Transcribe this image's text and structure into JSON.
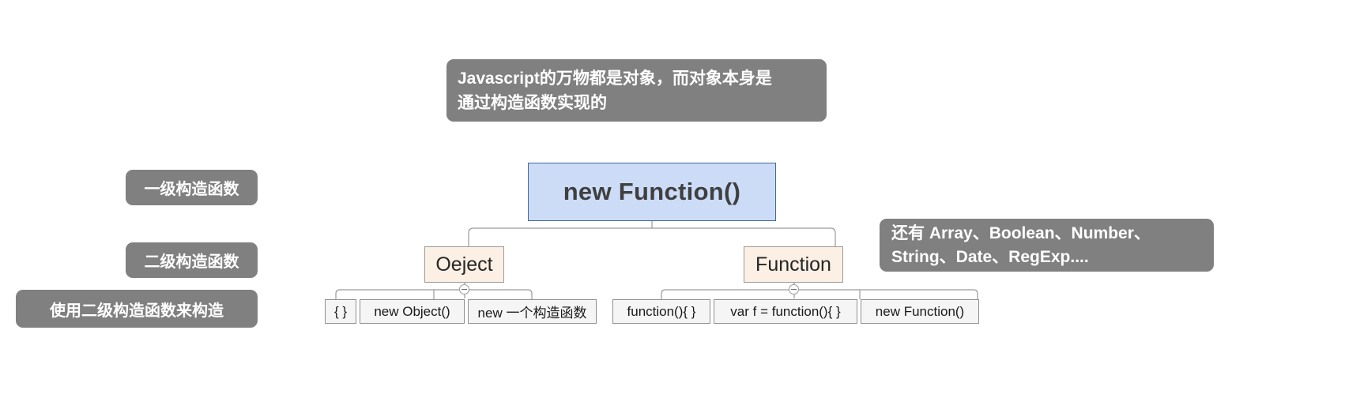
{
  "diagram": {
    "title_banner": {
      "name": "javascript-objects-note",
      "lines": [
        "Javascript的万物都是对象，而对象本身是",
        "通过构造函数实现的"
      ]
    },
    "side_banner": {
      "name": "other-builtins-note",
      "lines": [
        "还有 Array、Boolean、Number、",
        "String、Date、RegExp...."
      ]
    },
    "level_labels": [
      {
        "label": "一级构造函数"
      },
      {
        "label": "二级构造函数"
      },
      {
        "label": "使用二级构造函数来构造"
      }
    ],
    "root": {
      "label": "new Function()",
      "fill": "#ccdcf7",
      "stroke": "#41699c"
    },
    "branches": [
      {
        "label": "Oeject",
        "fill": "#fcefe3",
        "toggle_icon": "minus-circle-icon",
        "toggle_state": "expanded",
        "children": [
          {
            "label": "{ }"
          },
          {
            "label": "new Object()"
          },
          {
            "label": "new 一个构造函数"
          }
        ]
      },
      {
        "label": "Function",
        "fill": "#fcefe3",
        "toggle_icon": "minus-circle-icon",
        "toggle_state": "expanded",
        "children": [
          {
            "label": "function(){ }"
          },
          {
            "label": "var f = function(){ }"
          },
          {
            "label": "new Function()"
          }
        ]
      }
    ],
    "colors": {
      "callout_bg": "#808080",
      "callout_text": "#ffffff",
      "connector": "#9a9a9a",
      "leaf_bg": "#f5f5f5",
      "leaf_border": "#8f8f8f"
    }
  }
}
